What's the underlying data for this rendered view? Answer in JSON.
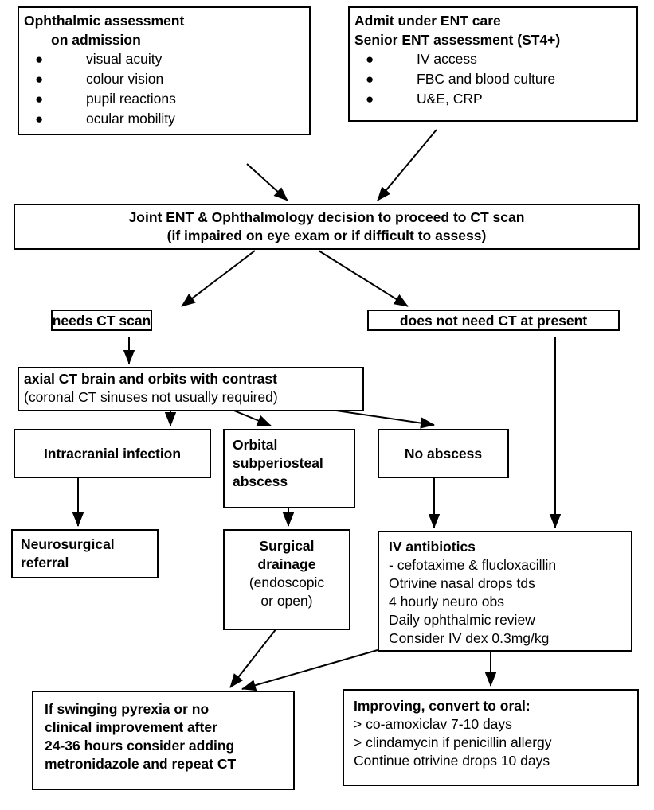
{
  "diagram": {
    "title": "Periorbital / orbital cellulitis management flowchart",
    "stroke_color": "#000000",
    "background_color": "#ffffff"
  },
  "nodes": {
    "ophthalmic_assessment": {
      "heading_line1": "Ophthalmic assessment",
      "heading_line2": "on admission",
      "bullets": [
        "visual acuity",
        "colour vision",
        "pupil reactions",
        "ocular mobility"
      ]
    },
    "admit_ent": {
      "heading_line1": "Admit under ENT care",
      "heading_line2": "Senior ENT assessment (ST4+)",
      "bullets": [
        "IV access",
        "FBC and blood culture",
        "U&E, CRP"
      ]
    },
    "joint_decision": {
      "line1": "Joint ENT & Ophthalmology decision to proceed to CT scan",
      "line2": "(if impaired on eye exam or if difficult to assess)"
    },
    "needs_ct": {
      "label": "needs CT scan"
    },
    "no_ct": {
      "label": "does not need CT at present"
    },
    "axial_ct": {
      "line1": "axial CT brain and orbits with contrast",
      "line2": "(coronal CT sinuses not usually required)"
    },
    "intracranial": {
      "label": "Intracranial infection"
    },
    "orbital_abscess": {
      "line1": "Orbital",
      "line2": "subperiosteal",
      "line3": "abscess"
    },
    "no_abscess": {
      "label": "No abscess"
    },
    "neurosurgical": {
      "line1": "Neurosurgical",
      "line2": "referral"
    },
    "surgical_drainage": {
      "line1": "Surgical",
      "line2": "drainage",
      "line3": "(endoscopic",
      "line4": "or open)"
    },
    "iv_antibiotics": {
      "heading": "IV antibiotics",
      "lines": [
        " - cefotaxime & flucloxacillin",
        "Otrivine nasal drops tds",
        "4 hourly neuro obs",
        "Daily ophthalmic review",
        "Consider IV dex 0.3mg/kg"
      ]
    },
    "no_improvement": {
      "line1": "If swinging pyrexia or no",
      "line2": "clinical improvement after",
      "line3": "24-36 hours consider adding",
      "line4": "metronidazole and repeat CT"
    },
    "improving": {
      "heading": "Improving, convert to oral:",
      "lines": [
        "> co-amoxiclav 7-10 days",
        "> clindamycin if penicillin allergy",
        "Continue otrivine drops 10 days"
      ]
    }
  },
  "edges": [
    {
      "from": "ophthalmic_assessment",
      "to": "joint_decision"
    },
    {
      "from": "admit_ent",
      "to": "joint_decision"
    },
    {
      "from": "joint_decision",
      "to": "needs_ct"
    },
    {
      "from": "joint_decision",
      "to": "no_ct"
    },
    {
      "from": "needs_ct",
      "to": "axial_ct"
    },
    {
      "from": "axial_ct",
      "to": "intracranial"
    },
    {
      "from": "axial_ct",
      "to": "orbital_abscess"
    },
    {
      "from": "axial_ct",
      "to": "no_abscess"
    },
    {
      "from": "intracranial",
      "to": "neurosurgical"
    },
    {
      "from": "orbital_abscess",
      "to": "surgical_drainage"
    },
    {
      "from": "no_abscess",
      "to": "iv_antibiotics"
    },
    {
      "from": "no_ct",
      "to": "iv_antibiotics"
    },
    {
      "from": "surgical_drainage",
      "to": "no_improvement"
    },
    {
      "from": "iv_antibiotics",
      "to": "no_improvement"
    },
    {
      "from": "iv_antibiotics",
      "to": "improving"
    }
  ]
}
